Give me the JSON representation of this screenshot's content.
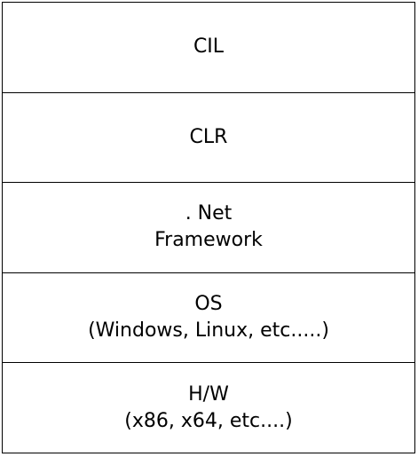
{
  "layers": [
    {
      "lines": [
        "CIL"
      ]
    },
    {
      "lines": [
        "CLR"
      ]
    },
    {
      "lines": [
        ". Net",
        "Framework"
      ]
    },
    {
      "lines": [
        "OS",
        "(Windows, Linux, etc.....)"
      ]
    },
    {
      "lines": [
        "H/W",
        "(x86, x64, etc....)"
      ]
    }
  ],
  "colors": {
    "border": "#000000",
    "background": "#ffffff",
    "text": "#000000"
  }
}
